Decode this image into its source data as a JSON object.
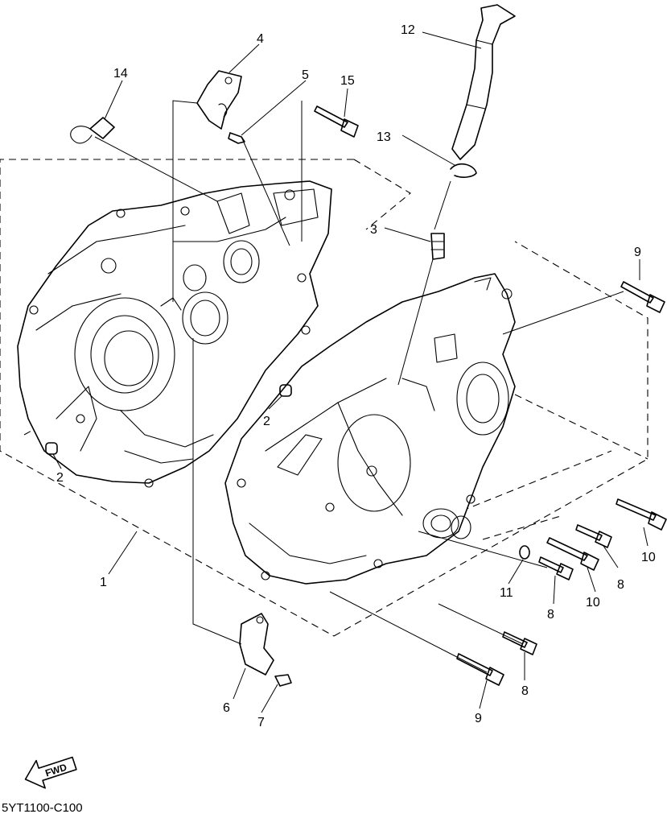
{
  "diagram": {
    "code": "5YT1100-C100",
    "fwd_label": "FWD",
    "callouts": [
      "1",
      "2",
      "2",
      "3",
      "4",
      "5",
      "6",
      "7",
      "8",
      "8",
      "8",
      "9",
      "9",
      "10",
      "10",
      "11",
      "12",
      "13",
      "14",
      "15"
    ]
  }
}
